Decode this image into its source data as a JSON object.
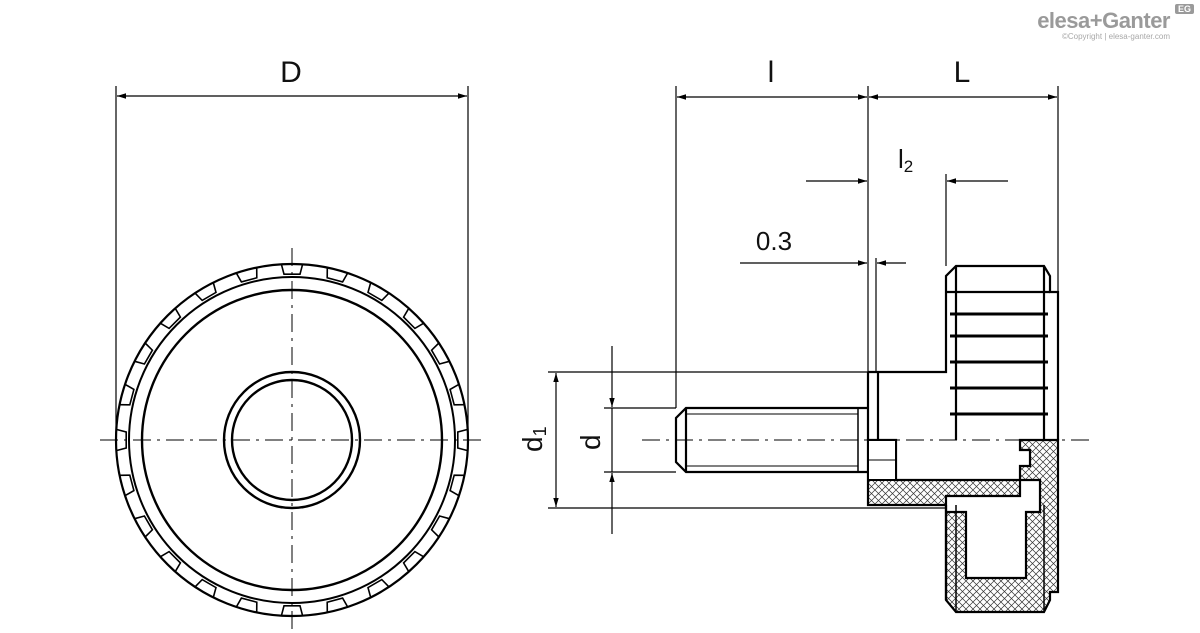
{
  "brand": {
    "name": "elesa+Ganter",
    "badge": "EG",
    "copyright": "©Copyright | elesa-ganter.com"
  },
  "dimensions": {
    "D": "D",
    "l": "l",
    "L": "L",
    "l2": "l",
    "l2_sub": "2",
    "offset": "0.3",
    "d1": "d",
    "d1_sub": "1",
    "d": "d"
  }
}
